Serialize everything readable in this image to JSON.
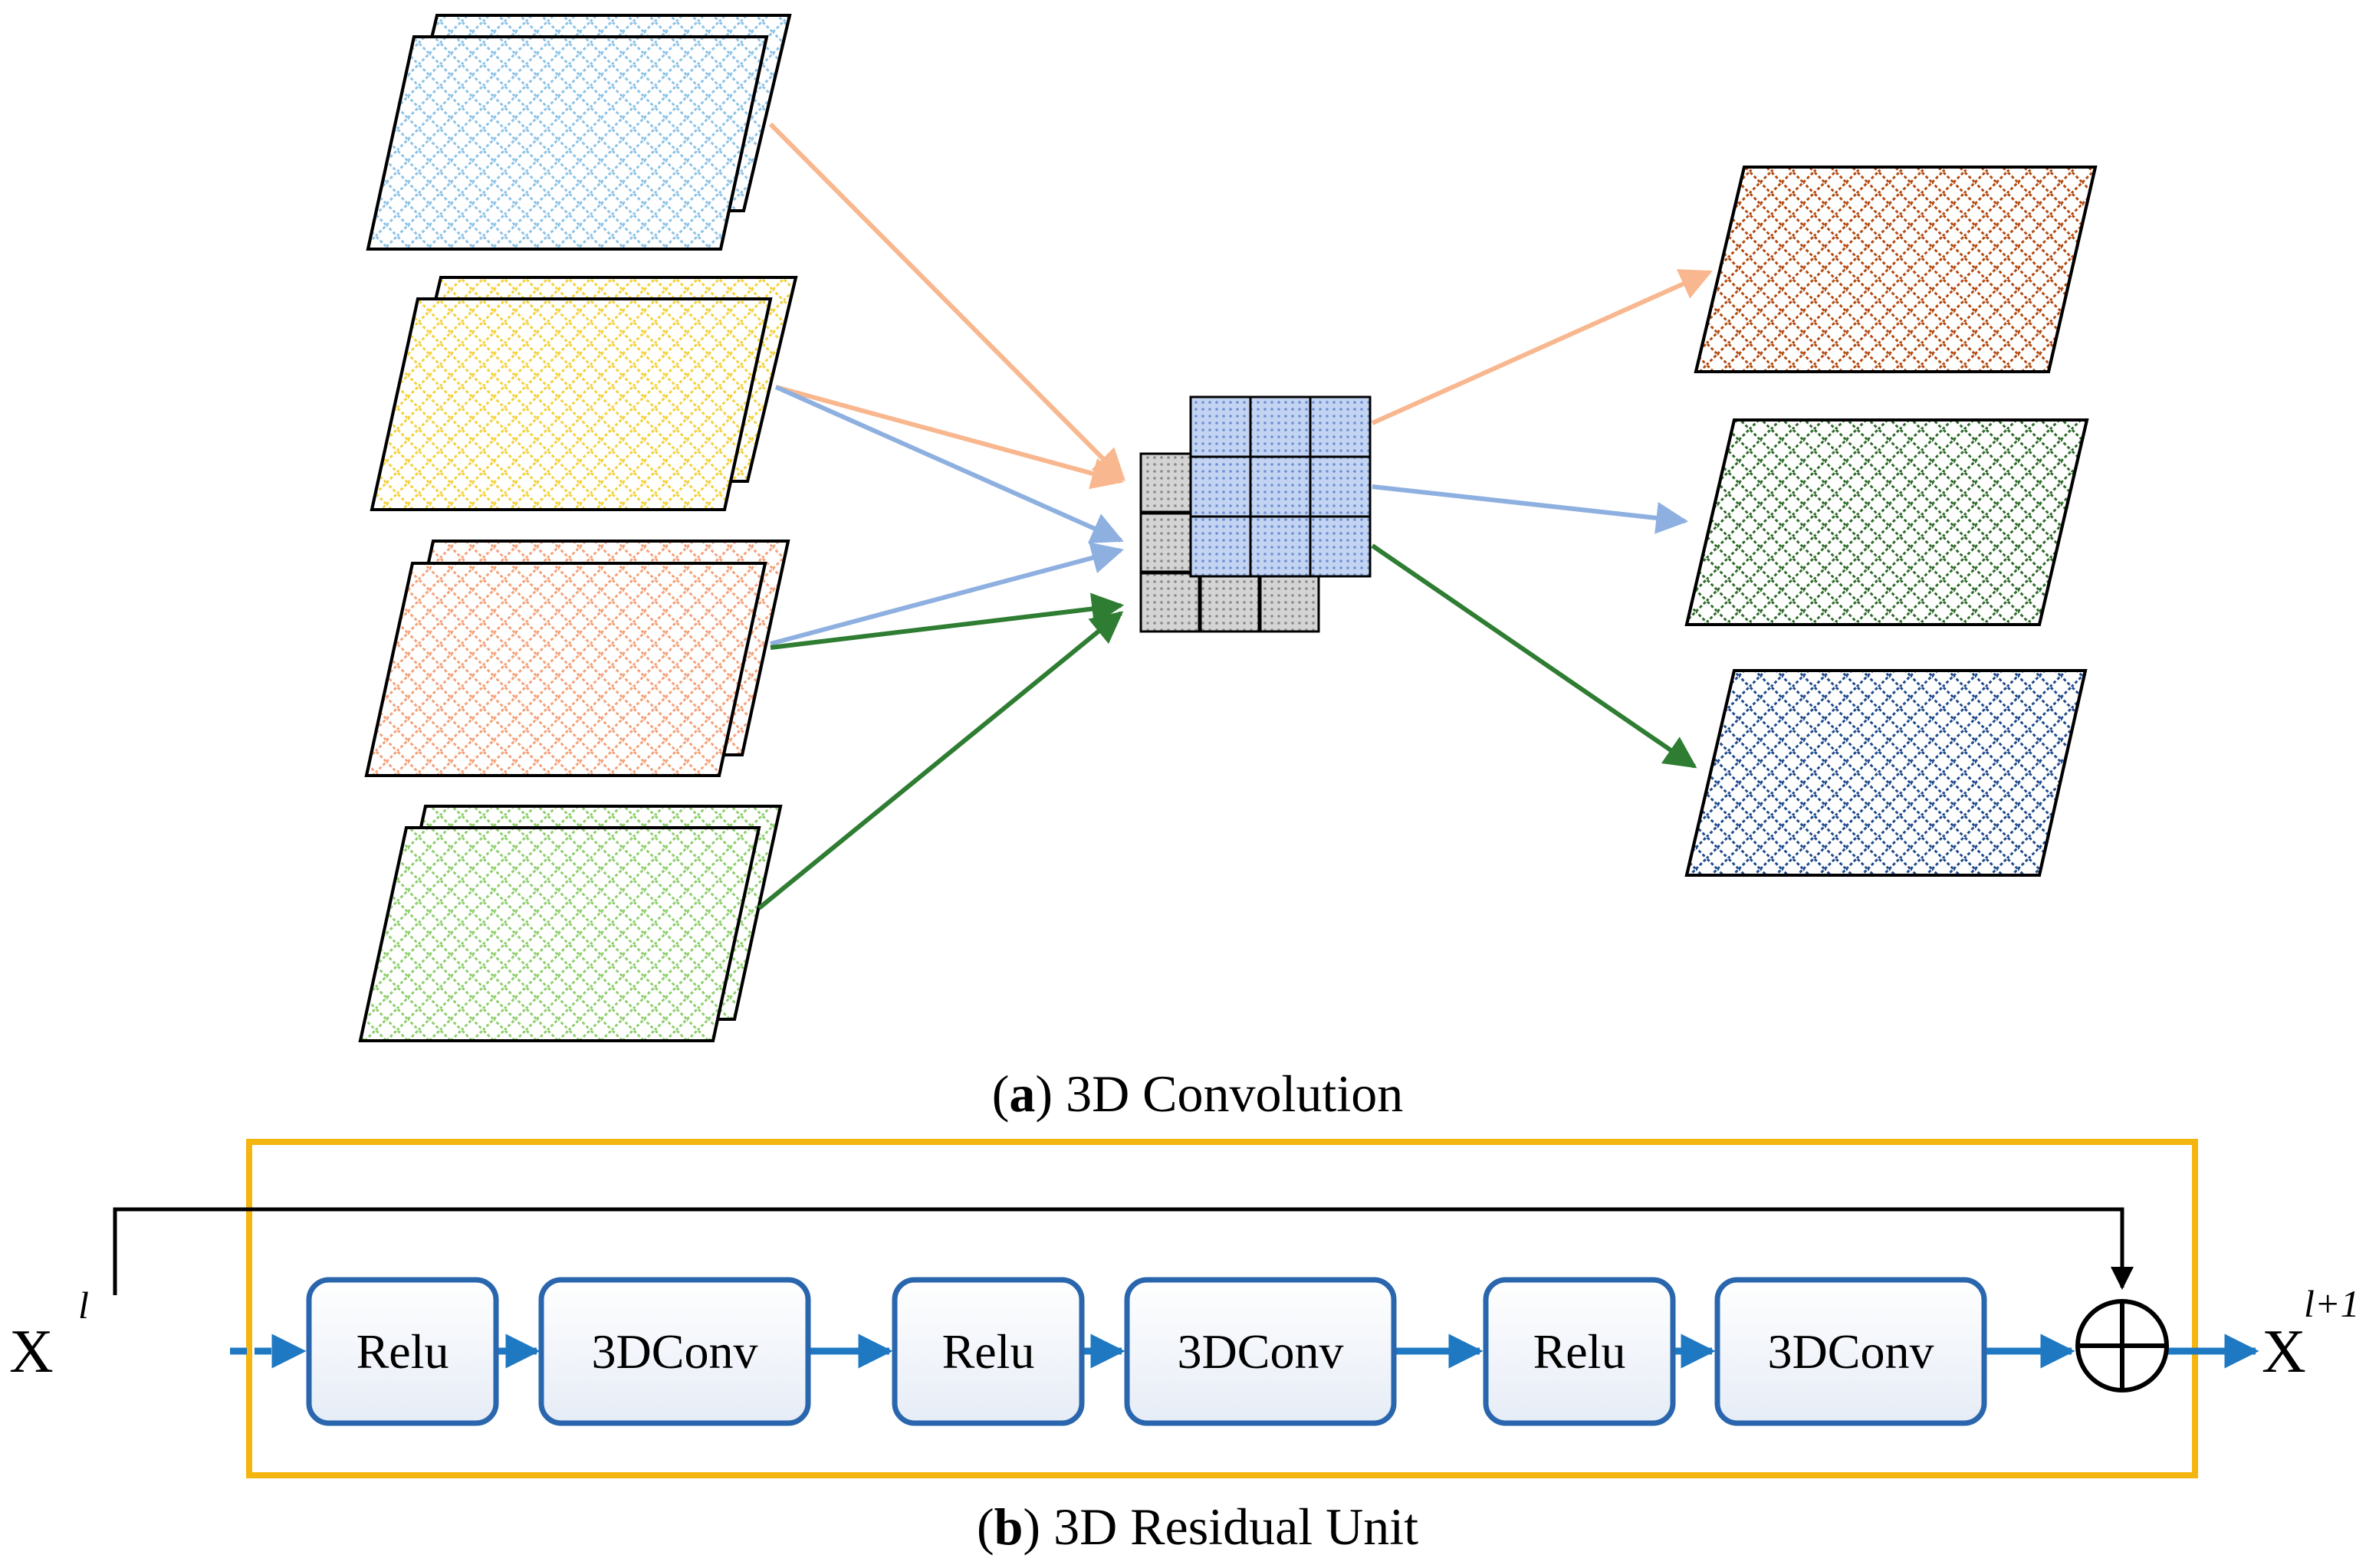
{
  "colors": {
    "input_maps": [
      "#8ec3e6",
      "#f3d23c",
      "#f4a27a",
      "#8fcf6e"
    ],
    "output_maps": [
      "#b34a10",
      "#2f6b2a",
      "#1f4a8c"
    ],
    "arrow_orange": "#f8b78e",
    "arrow_blue": "#8eb0e0",
    "arrow_green": "#2e7d32",
    "kernel_front": "#b7c9ee",
    "kernel_back": "#c8c8c8",
    "flow_blue": "#1e78c2",
    "block_border": "#2a66ad",
    "residual_frame": "#f5b50f"
  },
  "part_a": {
    "caption_letter": "a",
    "caption_text": "3D Convolution",
    "nodes": [
      "input-map-blue",
      "input-map-yellow",
      "input-map-orange",
      "input-map-green",
      "kernel-3x3x3",
      "output-map-brown",
      "output-map-green",
      "output-map-navy"
    ]
  },
  "part_b": {
    "caption_letter": "b",
    "caption_text": "3D Residual Unit",
    "input_symbol": "X",
    "input_superscript": "l",
    "output_symbol": "X",
    "output_superscript": "l+1",
    "blocks": [
      {
        "label": "Relu"
      },
      {
        "label": "3DConv"
      },
      {
        "label": "Relu"
      },
      {
        "label": "3DConv"
      },
      {
        "label": "Relu"
      },
      {
        "label": "3DConv"
      }
    ],
    "sum_node": "element-wise-add"
  }
}
